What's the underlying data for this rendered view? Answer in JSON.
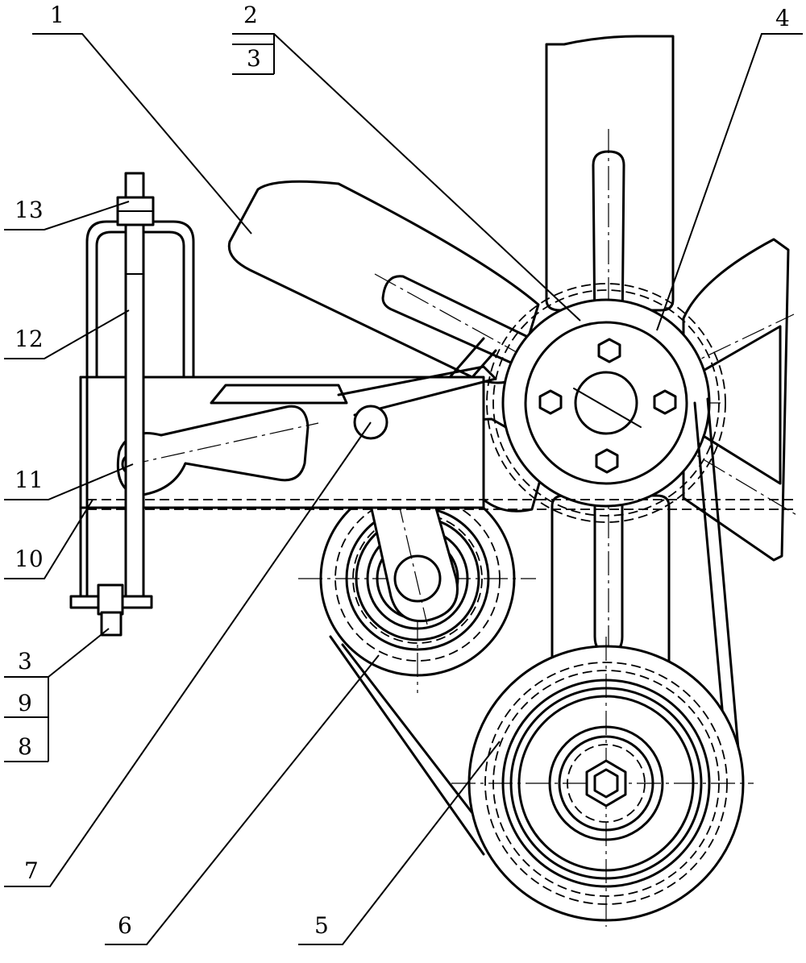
{
  "drawing": {
    "labels": {
      "l1": "1",
      "l2": "2",
      "l3_top": "3",
      "l4": "4",
      "l5": "5",
      "l6": "6",
      "l7": "7",
      "l8": "8",
      "l9": "9",
      "l3_bottom": "3",
      "l10": "10",
      "l11": "11",
      "l12": "12",
      "l13": "13"
    }
  }
}
